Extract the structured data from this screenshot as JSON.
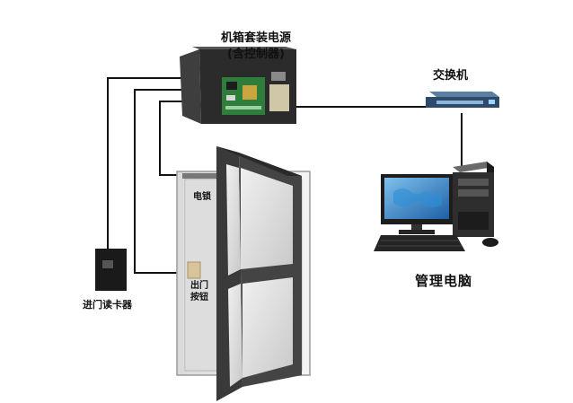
{
  "labels": {
    "control_box_line1": "机箱套装电源",
    "control_box_line2": "(含控制器)",
    "switch": "交换机",
    "computer": "管理电脑",
    "card_reader": "进门读卡器",
    "electric_lock": "电锁",
    "exit_button_line1": "出门",
    "exit_button_line2": "按钮"
  },
  "icons": [
    "control-box-icon",
    "network-switch-icon",
    "computer-monitor-icon",
    "pc-tower-icon",
    "keyboard-icon",
    "mouse-icon",
    "card-reader-icon",
    "door-icon",
    "electric-lock-icon",
    "exit-button-icon"
  ],
  "colors": {
    "wire": "#111111",
    "box_body": "#2b2b2b",
    "pcb": "#2f7d3a",
    "switch_body": "#3a5a7a",
    "door_frame": "#3a3a3a",
    "screen": "#2f6fb0"
  }
}
